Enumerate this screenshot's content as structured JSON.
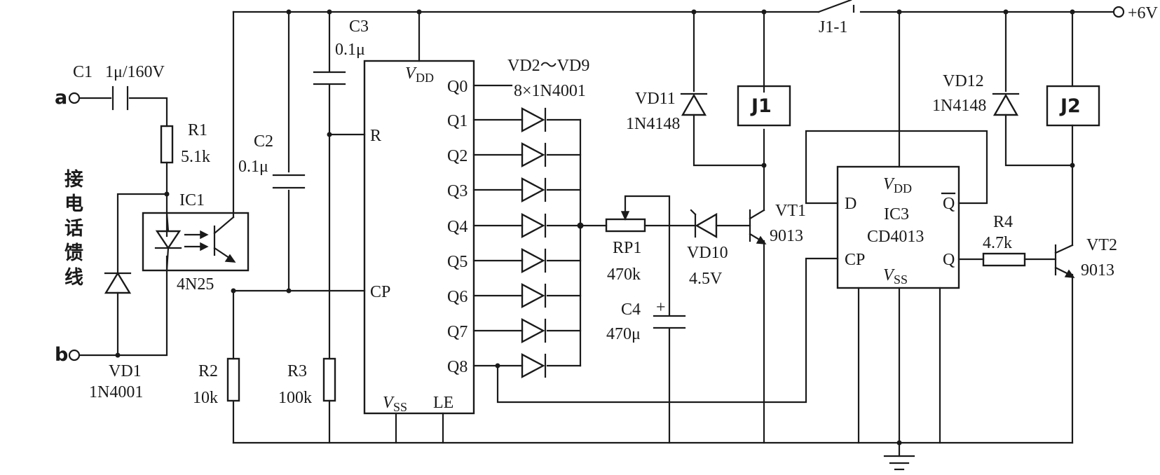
{
  "terminals": {
    "a": "a",
    "b": "b",
    "vplus": "+6V"
  },
  "side_label": [
    "接",
    "电",
    "话",
    "馈",
    "线"
  ],
  "components": {
    "c1": {
      "name": "C1",
      "value": "1μ/160V"
    },
    "r1": {
      "name": "R1",
      "value": "5.1k"
    },
    "vd1": {
      "name": "VD1",
      "value": "1N4001"
    },
    "ic1": {
      "name": "IC1",
      "value": "4N25"
    },
    "c2": {
      "name": "C2",
      "value": "0.1μ"
    },
    "c3": {
      "name": "C3",
      "value": "0.1μ"
    },
    "r2": {
      "name": "R2",
      "value": "10k"
    },
    "r3": {
      "name": "R3",
      "value": "100k"
    },
    "vd_group": {
      "name": "VD2～VD9",
      "value": "8×1N4001"
    },
    "rp1": {
      "name": "RP1",
      "value": "470k"
    },
    "c4": {
      "name": "C4",
      "value": "470μ",
      "polarity": "+"
    },
    "vd10": {
      "name": "VD10",
      "value": "4.5V"
    },
    "vt1": {
      "name": "VT1",
      "value": "9013"
    },
    "vd11": {
      "name": "VD11",
      "value": "1N4148"
    },
    "j1": {
      "name": "J1"
    },
    "j1_1": {
      "name": "J1-1"
    },
    "ic3": {
      "name": "IC3",
      "value": "CD4013"
    },
    "vd12": {
      "name": "VD12",
      "value": "1N4148"
    },
    "j2": {
      "name": "J2"
    },
    "r4": {
      "name": "R4",
      "value": "4.7k"
    },
    "vt2": {
      "name": "VT2",
      "value": "9013"
    }
  },
  "ic2_pins": {
    "vdd": "V",
    "vdd_sub": "DD",
    "q0": "Q0",
    "q1": "Q1",
    "q2": "Q2",
    "q3": "Q3",
    "q4": "Q4",
    "q5": "Q5",
    "q6": "Q6",
    "q7": "Q7",
    "q8": "Q8",
    "r": "R",
    "cp": "CP",
    "vss": "V",
    "vss_sub": "SS",
    "le": "LE"
  },
  "ic3_pins": {
    "vdd": "V",
    "vdd_sub": "DD",
    "d": "D",
    "qbar": "Q",
    "q": "Q",
    "cp": "CP",
    "vss": "V",
    "vss_sub": "SS"
  }
}
